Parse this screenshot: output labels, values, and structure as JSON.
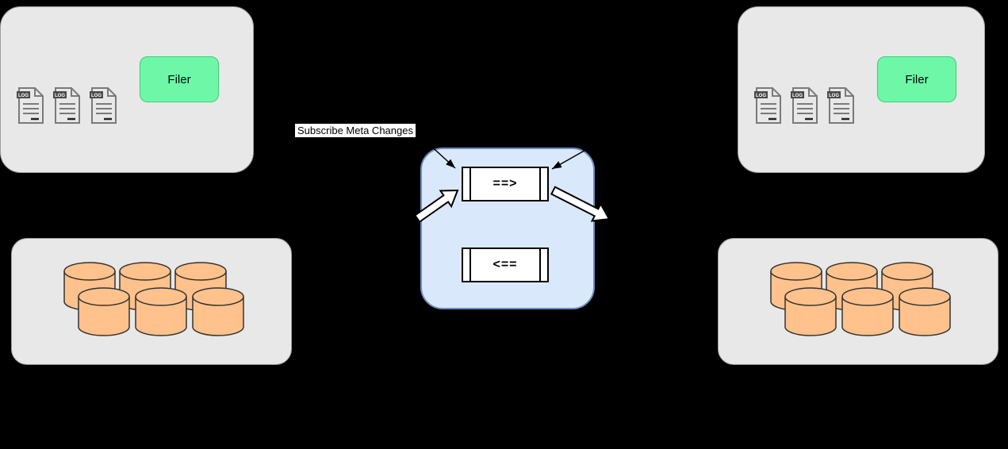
{
  "labels": {
    "subscribe": "Subscribe Meta Changes"
  },
  "clusters": {
    "left": {
      "filer": "Filer"
    },
    "right": {
      "filer": "Filer"
    }
  },
  "log_icon": {
    "badge": "LOG"
  },
  "queue": {
    "forward": "==>",
    "backward": "<=="
  },
  "colors": {
    "background": "#000000",
    "cluster_fill": "#e8e8e8",
    "filer_fill": "#6ef7a7",
    "queue_fill": "#dae8fc",
    "queue_border": "#6c8ebf",
    "process_fill": "#ffffff",
    "process_border": "#000000",
    "cylinder_fill": "#ffc28c",
    "label_bg": "#ffffff",
    "label_text": "#000000"
  }
}
